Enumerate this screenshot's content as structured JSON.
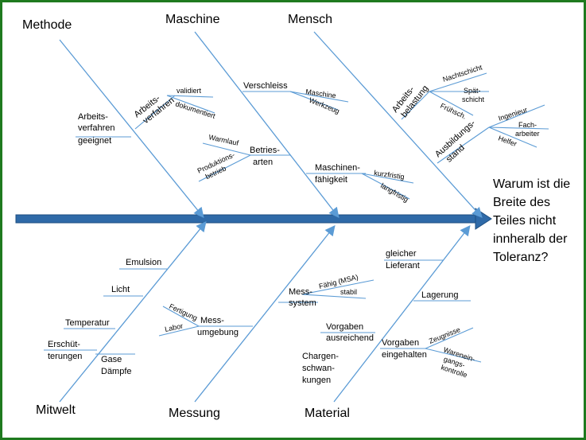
{
  "effect": [
    "Warum ist die",
    "Breite des",
    "Teiles nicht",
    "innheralb der",
    "Toleranz?"
  ],
  "categories": {
    "methode": "Methode",
    "maschine": "Maschine",
    "mensch": "Mensch",
    "mitwelt": "Mitwelt",
    "messung": "Messung",
    "material": "Material"
  },
  "methode": {
    "arbeitsverfahren_geeignet": [
      "Arbeits-",
      "verfahren",
      "geeignet"
    ],
    "arbeitsverfahren": [
      "Arbeits-",
      "verfahren"
    ],
    "validiert": "validiert",
    "dokumentiert": "dokumentiert"
  },
  "maschine": {
    "verschleiss": "Verschleiss",
    "maschine": "Maschine",
    "werkzeug": "Werkzeug",
    "betriebsarten": [
      "Betries-",
      "arten"
    ],
    "warmlauf": "Warmlauf",
    "produktionsbetrieb": [
      "Produktions-",
      "betrieb"
    ],
    "maschinenfaehigkeit": [
      "Maschinen-",
      "fähigkeit"
    ],
    "kurzfristig": "kurzfristig",
    "langfristig": "langfristig"
  },
  "mensch": {
    "arbeitsbelastung": [
      "Arbeits-",
      "belastung"
    ],
    "nachtschicht": "Nachtschicht",
    "spaetschicht": [
      "Spät-",
      "schicht"
    ],
    "fruehsch": "Frühsch.",
    "ausbildungsstand": [
      "Ausbildungs-",
      "stand"
    ],
    "ingenieur": "Ingenieur",
    "facharbeiter": [
      "Fach-",
      "arbeiter"
    ],
    "helfer": "Helfer"
  },
  "mitwelt": {
    "emulsion": "Emulsion",
    "licht": "Licht",
    "temperatur": "Temperatur",
    "erschuetterungen": [
      "Erschüt-",
      "terungen"
    ],
    "gase_daempfe": [
      "Gase",
      "Dämpfe"
    ]
  },
  "messung": {
    "messsystem": [
      "Mess-",
      "system"
    ],
    "faehig_msa": "Fähig (MSA)",
    "stabil": "stabil",
    "messumgebung": [
      "Mess-",
      "umgebung"
    ],
    "fertigung": "Fertigung",
    "labor": "Labor"
  },
  "material": {
    "gleicher_lieferant": [
      "gleicher",
      "Lieferant"
    ],
    "lagerung": "Lagerung",
    "vorgaben_ausreichend": [
      "Vorgaben",
      "ausreichend"
    ],
    "vorgaben_eingehalten": [
      "Vorgaben",
      "eingehalten"
    ],
    "zeugnisse": "Zeugnisse",
    "wareneingangskontrolle": [
      "Warenein-",
      "gangs-",
      "kontrolle"
    ],
    "chargenschwankungen": [
      "Chargen-",
      "schwan-",
      "kungen"
    ]
  },
  "colors": {
    "bone": "#5b9bd5",
    "spine": "#2f6aa8",
    "frame": "#1f7a1f"
  }
}
